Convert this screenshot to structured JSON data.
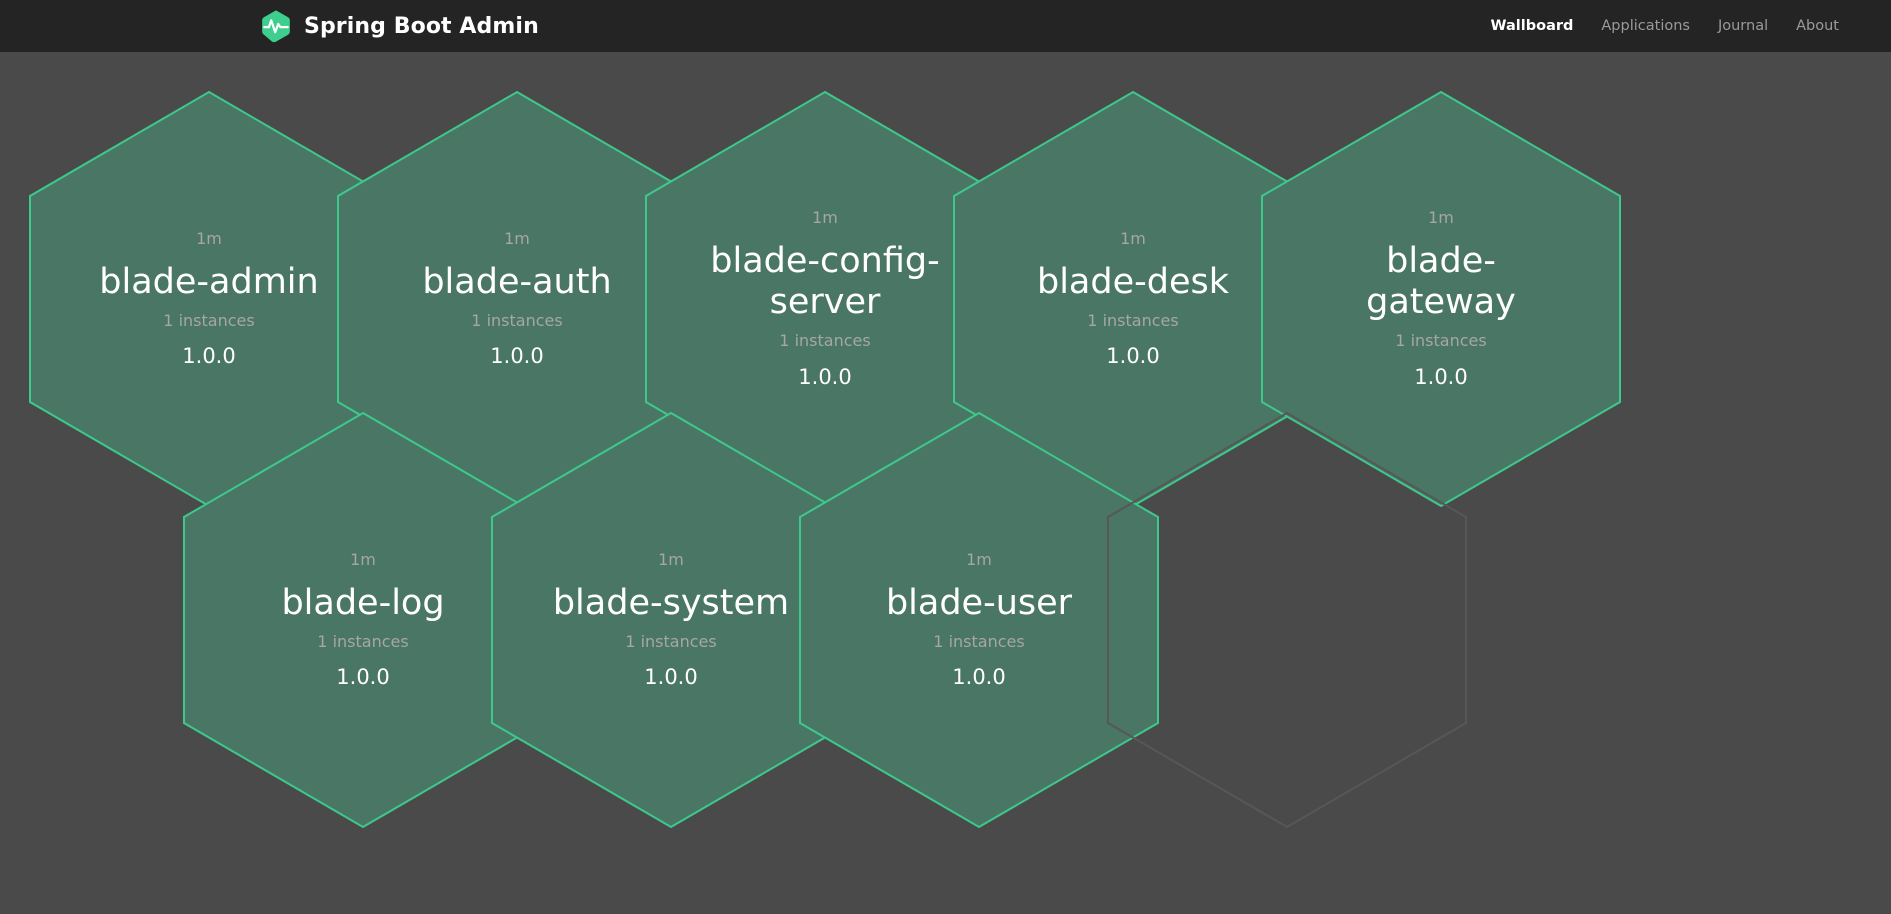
{
  "navbar": {
    "brand_title": "Spring Boot Admin",
    "logo_icon": "heartbeat-hexagon-icon",
    "logo_color": "#3ecf8e",
    "background": "#242424",
    "links": [
      {
        "label": "Wallboard",
        "active": true
      },
      {
        "label": "Applications",
        "active": false
      },
      {
        "label": "Journal",
        "active": false
      },
      {
        "label": "About",
        "active": false
      }
    ]
  },
  "theme": {
    "page_background": "#4a4a4a",
    "hex_fill": "#4a7665",
    "hex_stroke": "#3dc98c",
    "empty_hex_stroke": "#575757",
    "text_primary": "#ffffff",
    "text_muted": "#a6a6a6"
  },
  "wallboard": {
    "applications": [
      {
        "name": "blade-admin",
        "status": "1m",
        "instances": "1 instances",
        "version": "1.0.0"
      },
      {
        "name": "blade-auth",
        "status": "1m",
        "instances": "1 instances",
        "version": "1.0.0"
      },
      {
        "name": "blade-config-server",
        "status": "1m",
        "instances": "1 instances",
        "version": "1.0.0"
      },
      {
        "name": "blade-desk",
        "status": "1m",
        "instances": "1 instances",
        "version": "1.0.0"
      },
      {
        "name": "blade-gateway",
        "status": "1m",
        "instances": "1 instances",
        "version": "1.0.0"
      },
      {
        "name": "blade-log",
        "status": "1m",
        "instances": "1 instances",
        "version": "1.0.0"
      },
      {
        "name": "blade-system",
        "status": "1m",
        "instances": "1 instances",
        "version": "1.0.0"
      },
      {
        "name": "blade-user",
        "status": "1m",
        "instances": "1 instances",
        "version": "1.0.0"
      }
    ]
  }
}
